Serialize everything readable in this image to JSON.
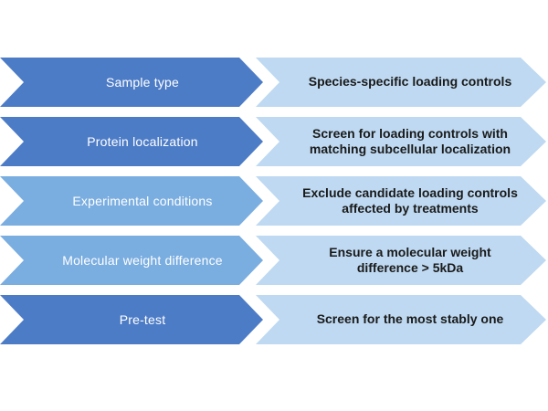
{
  "colors": {
    "background": "#ffffff",
    "stage_dark": "#4d7cc7",
    "stage_medium": "#7aade0",
    "description_light": "#bed9f1",
    "stage_text": "#ffffff",
    "description_text": "#1a1a1a"
  },
  "rows": [
    {
      "label": "Sample type",
      "description": "Species-specific loading controls",
      "variant": "dark"
    },
    {
      "label": "Protein localization",
      "description": "Screen for loading controls with matching subcellular localization",
      "variant": "dark"
    },
    {
      "label": "Experimental conditions",
      "description": "Exclude candidate loading controls affected by treatments",
      "variant": "medium"
    },
    {
      "label": "Molecular weight difference",
      "description": "Ensure a molecular weight difference > 5kDa",
      "variant": "medium"
    },
    {
      "label": "Pre-test",
      "description": "Screen for the most stably one",
      "variant": "dark"
    }
  ]
}
